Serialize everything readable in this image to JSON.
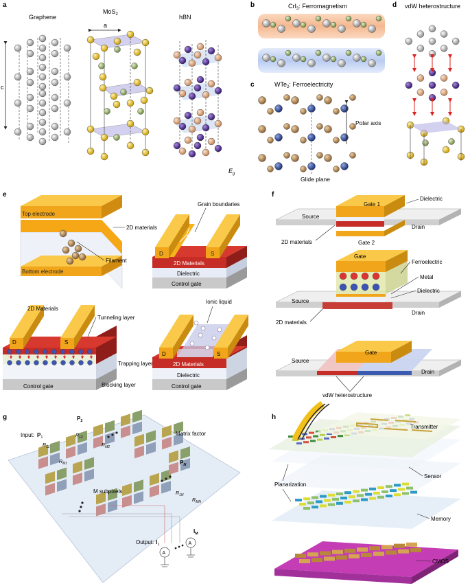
{
  "panels": {
    "a": {
      "letter": "a",
      "graphene": "Graphene",
      "mos2": "MoS",
      "mos2_sub": "2",
      "hbn": "hBN",
      "dim_a": "a",
      "dim_c": "c",
      "eg": "E",
      "eg_sub": "g"
    },
    "b": {
      "letter": "b",
      "title": "CrI",
      "title_sub": "3",
      "title_rest": ": Ferromagnetism"
    },
    "c": {
      "letter": "c",
      "title": "WTe",
      "title_sub": "2",
      "title_rest": ": Ferroelectricity",
      "polar_axis": "Polar axis",
      "glide_plane": "Glide plane"
    },
    "d": {
      "letter": "d",
      "title": "vdW heterostructure"
    },
    "e": {
      "letter": "e",
      "top_electrode": "Top electrode",
      "bottom_electrode": "Bottom electrode",
      "materials_2d": "2D materials",
      "filament": "Filament",
      "grain_boundaries": "Grain boundaries",
      "d_label": "D",
      "s_label": "S",
      "materials_2d_cap": "2D Materials",
      "dielectric": "Dielectric",
      "control_gate": "Control gate",
      "tunneling_layer": "Tunneling layer",
      "trapping_layer": "Trapping\nlayer",
      "blocking_layer": "Blocking layer",
      "ionic_liquid": "Ionic liquid"
    },
    "f": {
      "letter": "f",
      "gate1": "Gate 1",
      "gate2": "Gate 2",
      "gate": "Gate",
      "dielectric": "Dielectric",
      "source": "Source",
      "drain": "Drain",
      "materials_2d": "2D materials",
      "ferroelectric": "Ferroelectric",
      "metal": "Metal",
      "vdw_heterostructure": "vdW heterostructure"
    },
    "g": {
      "letter": "g",
      "input": "Input:",
      "p1": "P",
      "p1_sub": "1",
      "p2": "P",
      "p2_sub": "2",
      "pn": "P",
      "pn_sub": "N",
      "matrix_factor": "Matrix factor",
      "m_subpixels": "M subpixels",
      "output": "Output:",
      "i1": "I",
      "i1_sub": "1",
      "im": "I",
      "im_sub": "M",
      "ammeter": "A",
      "r11": "R",
      "r11_sub": "11",
      "rm1": "R",
      "rm1_sub": "M1",
      "r12": "R",
      "r12_sub": "12",
      "rm2": "R",
      "rm2_sub": "M2",
      "r1n": "R",
      "r1n_sub": "1N",
      "rmn": "R",
      "rmn_sub": "MN"
    },
    "h": {
      "letter": "h",
      "transmitter": "Transmitter",
      "sensor": "Sensor",
      "planarization": "Planarization",
      "memory": "Memory",
      "cmos": "CMOS"
    }
  },
  "colors": {
    "gold": "#f2b51c",
    "red": "#c8372d",
    "blue": "#3a5bb0",
    "purple": "#4b2f8f",
    "green": "#8da46a",
    "peach": "#e8b38f",
    "slab": "#d9d9d9",
    "magenta": "#c63fb8"
  }
}
